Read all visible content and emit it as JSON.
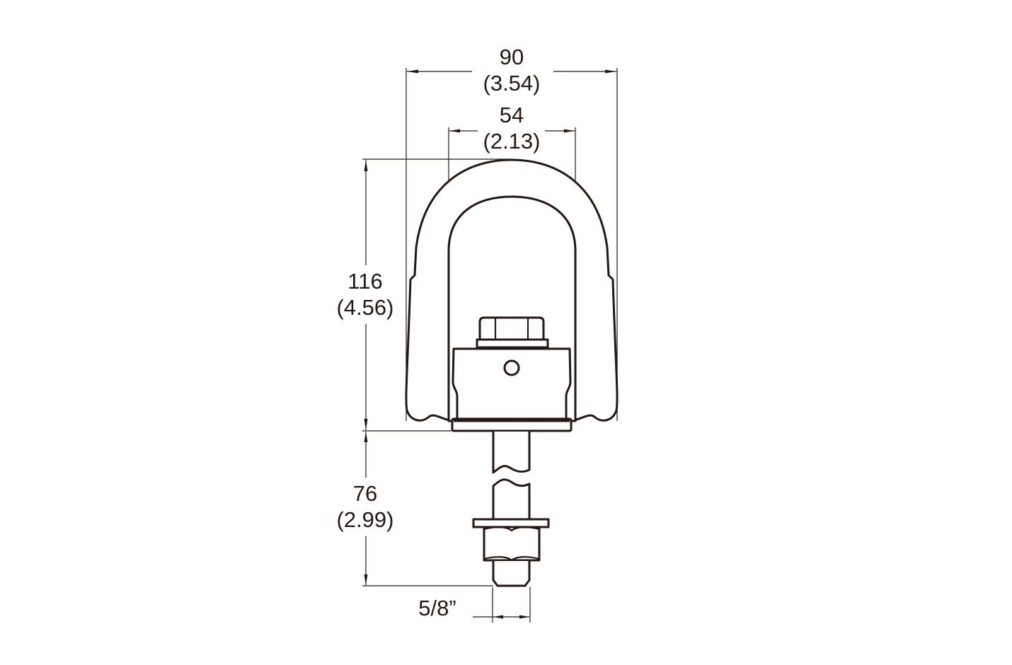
{
  "drawing": {
    "subject": "Swivel hoist ring",
    "line_color": "#231815",
    "background": "#ffffff"
  },
  "dimensions": {
    "overall_width": {
      "mm": "90",
      "inch": "(3.54)"
    },
    "inner_width": {
      "mm": "54",
      "inch": "(2.13)"
    },
    "ring_height": {
      "mm": "116",
      "inch": "(4.56)"
    },
    "bolt_length": {
      "mm": "76",
      "inch": "(2.99)"
    },
    "thread_size": {
      "label": "5/8”"
    }
  }
}
